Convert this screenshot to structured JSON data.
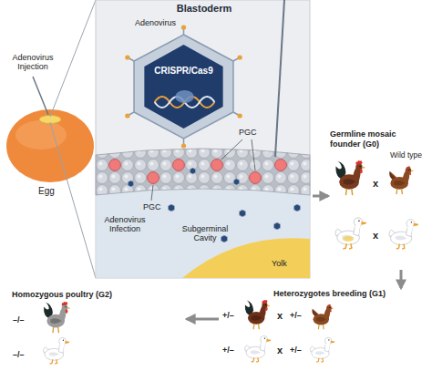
{
  "diagram": {
    "nodes": [
      {
        "text": [
          "Blastoderm"
        ]
      },
      {
        "text": [
          "CRISPR/Cas9"
        ],
        "in": 0
      },
      {
        "text": [
          "Germline mosaic founder (G0)"
        ]
      },
      {
        "text": [
          "Heterozygotes breeding (G1)"
        ]
      },
      {
        "text": [
          "Homozygous poultry (G2)"
        ]
      }
    ],
    "edges": [
      {
        "from": 0,
        "to": 2,
        "arrow": "to"
      },
      {
        "from": 2,
        "to": 3,
        "arrow": "to"
      },
      {
        "from": 3,
        "to": 4,
        "arrow": "to"
      }
    ],
    "labels": [
      "Adenovirus Injection",
      "Egg",
      "Adenovirus",
      "PGC",
      "PGC",
      "Adenovirus Infection",
      "Subgerminal Cavity",
      "Yolk",
      "Wild type",
      "x",
      "x",
      "+/–",
      "x",
      "+/–",
      "+/–",
      "x",
      "+/–",
      "–/–",
      "–/–"
    ]
  }
}
